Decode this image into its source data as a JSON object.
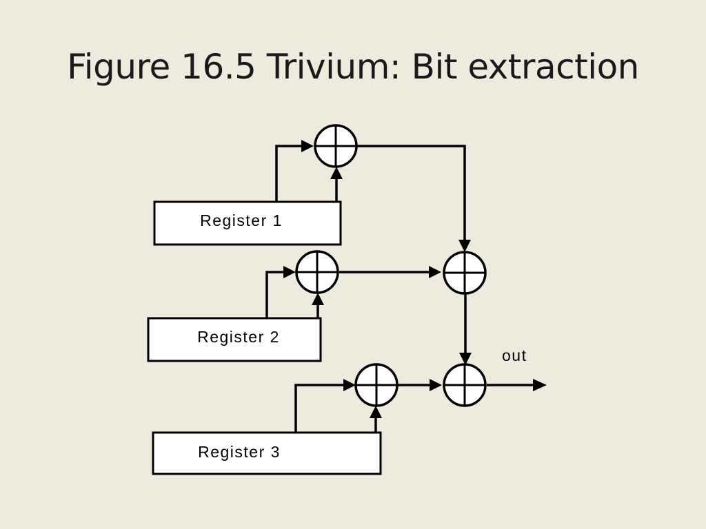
{
  "slide": {
    "title": "Figure 16.5 Trivium: Bit extraction"
  },
  "diagram": {
    "registers": [
      {
        "label": "Register 1"
      },
      {
        "label": "Register 2"
      },
      {
        "label": "Register 3"
      }
    ],
    "output_label": "out",
    "xor_nodes": [
      {
        "id": "xor-1",
        "symbol": "⊕"
      },
      {
        "id": "xor-2",
        "symbol": "⊕"
      },
      {
        "id": "xor-3",
        "symbol": "⊕"
      },
      {
        "id": "xor-combine-1",
        "symbol": "⊕"
      },
      {
        "id": "xor-combine-2",
        "symbol": "⊕"
      }
    ],
    "colors": {
      "background": "#eeeae0",
      "box_fill": "#ffffff",
      "stroke": "#000000",
      "text": "#1a1a1a"
    }
  }
}
